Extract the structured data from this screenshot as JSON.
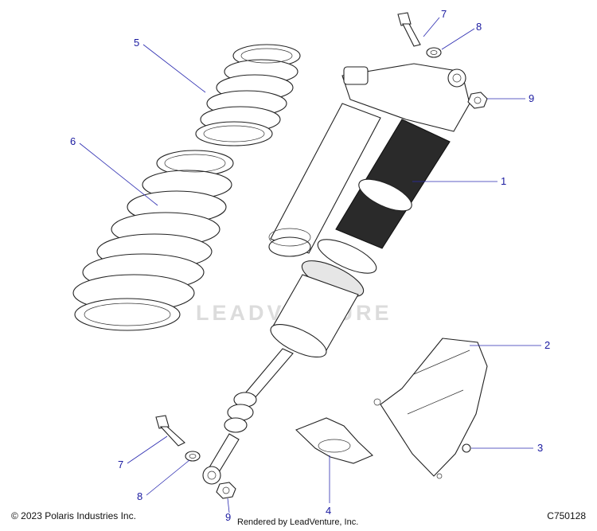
{
  "diagram": {
    "callouts": [
      "1",
      "2",
      "3",
      "4",
      "5",
      "6",
      "7",
      "7",
      "8",
      "8",
      "9",
      "9"
    ],
    "watermark": "LEADVENTURE",
    "copyright": "© 2023 Polaris Industries Inc.",
    "rendered_by": "Rendered by LeadVenture, Inc.",
    "drawing_number": "C750128"
  },
  "colors": {
    "callout": "#1a1aa0",
    "line": "#222222",
    "spring_body": "#2a2a2a",
    "watermark": "#dcdcdc"
  }
}
